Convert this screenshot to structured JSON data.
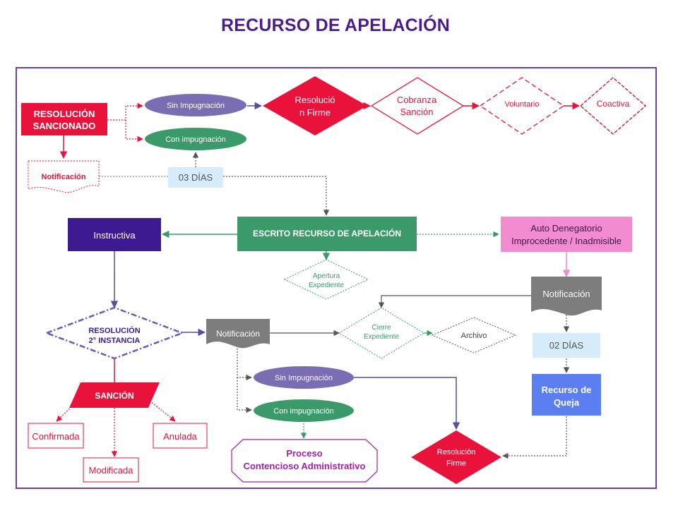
{
  "title": "RECURSO DE APELACIÓN",
  "nodes": {
    "resolucion_sancionado": [
      "RESOLUCIÓN",
      "SANCIONADO"
    ],
    "sin_impugnacion_top": "Sin Impugnación",
    "con_impugnacion_top": "Con impugnación",
    "resolucion_firme_top": [
      "Resolució",
      "n Firme"
    ],
    "cobranza_sancion": [
      "Cobranza",
      "Sanción"
    ],
    "voluntario": "Voluntario",
    "coactiva": "Coactiva",
    "notificacion_top": "Notificación",
    "dias_03": "03 DÍAS",
    "instructiva": "Instructiva",
    "escrito_recurso": "ESCRITO RECURSO DE APELACIÓN",
    "auto_denegatorio": [
      "Auto Denegatorio",
      "Improcedente / Inadmisible"
    ],
    "apertura_expediente": [
      "Apertura",
      "Expediente"
    ],
    "notificacion_right": "Notificación",
    "resolucion_2_instancia": [
      "RESOLUCIÓN",
      "2° INSTANCIA"
    ],
    "notificacion_mid": "Notificación",
    "cierre_expediente": [
      "Cierre",
      "Expediente"
    ],
    "archivo": "Archivo",
    "dias_02": "02 DÍAS",
    "recurso_queja": [
      "Recurso de",
      "Queja"
    ],
    "sancion": "SANCIÓN",
    "sin_impugnacion_bottom": "Sin Impugnación",
    "con_impugnacion_bottom": "Con impugnación",
    "confirmada": "Confirmada",
    "anulada": "Anulada",
    "modificada": "Modificada",
    "proceso_contencioso": [
      "Proceso",
      "Contencioso Administrativo"
    ],
    "resolucion_firme_bottom": [
      "Resolución",
      "Firme"
    ]
  },
  "colors": {
    "title": "#4b1d8a",
    "red": "#e8123a",
    "purple_dark": "#3d1a8f",
    "purple_oval": "#7b6db3",
    "green": "#3a9a6a",
    "pink": "#f28bd0",
    "blue": "#5b7ff0",
    "light_blue": "#d6ecfb",
    "gray": "#7d7d7d"
  }
}
